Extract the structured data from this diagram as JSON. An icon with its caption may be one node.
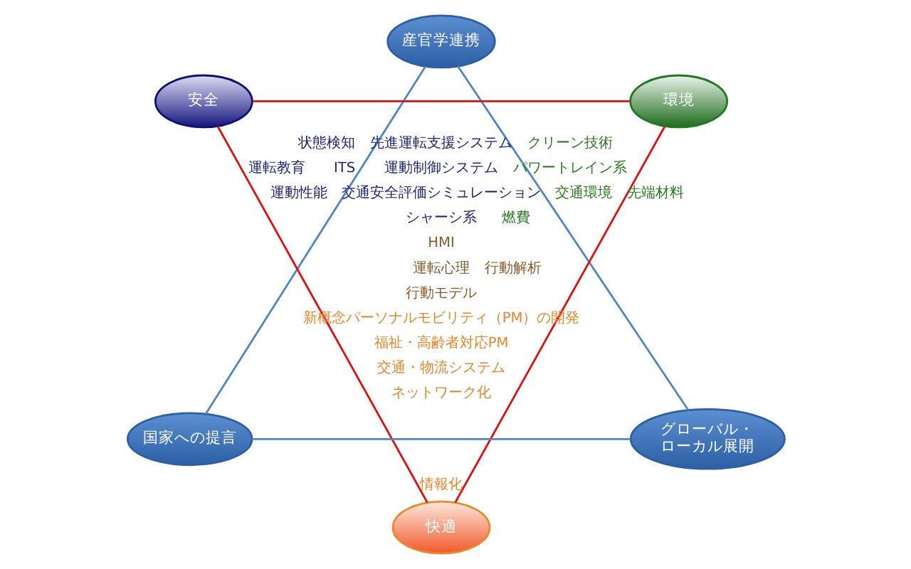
{
  "diagram": {
    "nodes": [
      {
        "text": [
          "産官学連携"
        ]
      },
      {
        "text": [
          "安全"
        ]
      },
      {
        "text": [
          "環境"
        ]
      },
      {
        "text": [
          "国家への提言"
        ]
      },
      {
        "text": [
          "グローバル・ローカル展開"
        ]
      },
      {
        "text": [
          "快適"
        ]
      }
    ],
    "edges": [
      {
        "from": 1,
        "to": 2,
        "arrow": "none",
        "color": "#e01010"
      },
      {
        "from": 1,
        "to": 5,
        "arrow": "none",
        "color": "#e01010"
      },
      {
        "from": 2,
        "to": 5,
        "arrow": "none",
        "color": "#e01010"
      },
      {
        "from": 0,
        "to": 3,
        "arrow": "none",
        "color": "#4f86c6"
      },
      {
        "from": 0,
        "to": 4,
        "arrow": "none",
        "color": "#4f86c6"
      },
      {
        "from": 3,
        "to": 4,
        "arrow": "none",
        "color": "#4f86c6"
      }
    ],
    "labels": [
      "状態検知",
      "先進運転支援システム",
      "クリーン技術",
      "運転教育",
      "ITS",
      "運動制御システム",
      "パワートレイン系",
      "運動性能",
      "交通安全評価シミュレーション",
      "交通環境",
      "先端材料",
      "シャーシ系",
      "燃費",
      "HMI",
      "運転心理",
      "行動解析",
      "行動モデル",
      "新概念パーソナルモビリティ（PM）の開発",
      "福祉・高齢者対応PM",
      "交通・物流システム",
      "ネットワーク化",
      "情報化"
    ]
  }
}
